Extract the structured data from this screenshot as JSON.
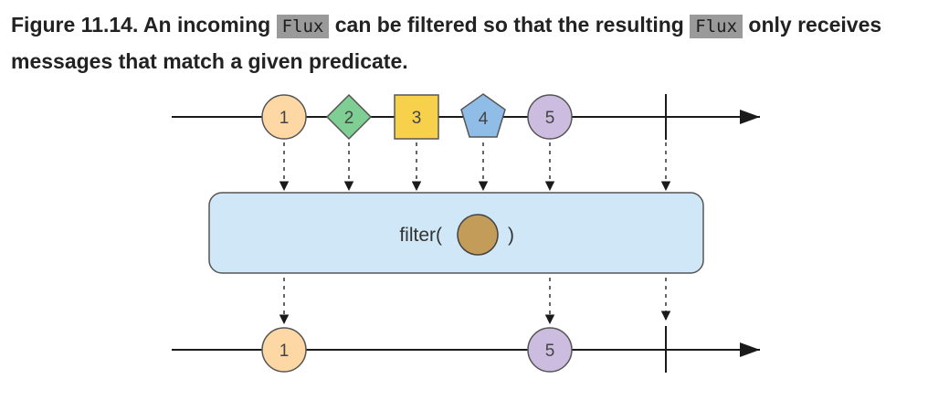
{
  "caption": {
    "label": "Figure 11.14.",
    "part1": "An incoming",
    "code1": "Flux",
    "part2": "can be filtered so that the resulting",
    "code2": "Flux",
    "part3": "only receives messages that match a given predicate."
  },
  "diagram": {
    "operator": {
      "open": "filter(",
      "close": ")"
    },
    "input_marbles": [
      {
        "label": "1",
        "shape": "circle",
        "color": "#fdd7a4"
      },
      {
        "label": "2",
        "shape": "diamond",
        "color": "#7fcf95"
      },
      {
        "label": "3",
        "shape": "square",
        "color": "#f7d14b"
      },
      {
        "label": "4",
        "shape": "pentagon",
        "color": "#8fbde8"
      },
      {
        "label": "5",
        "shape": "circle",
        "color": "#ccbde0"
      }
    ],
    "output_marbles": [
      {
        "label": "1",
        "shape": "circle",
        "color": "#fdd7a4"
      },
      {
        "label": "5",
        "shape": "circle",
        "color": "#ccbde0"
      }
    ],
    "predicate_color": "#c49c5a",
    "operator_fill": "#cfe7f6"
  }
}
